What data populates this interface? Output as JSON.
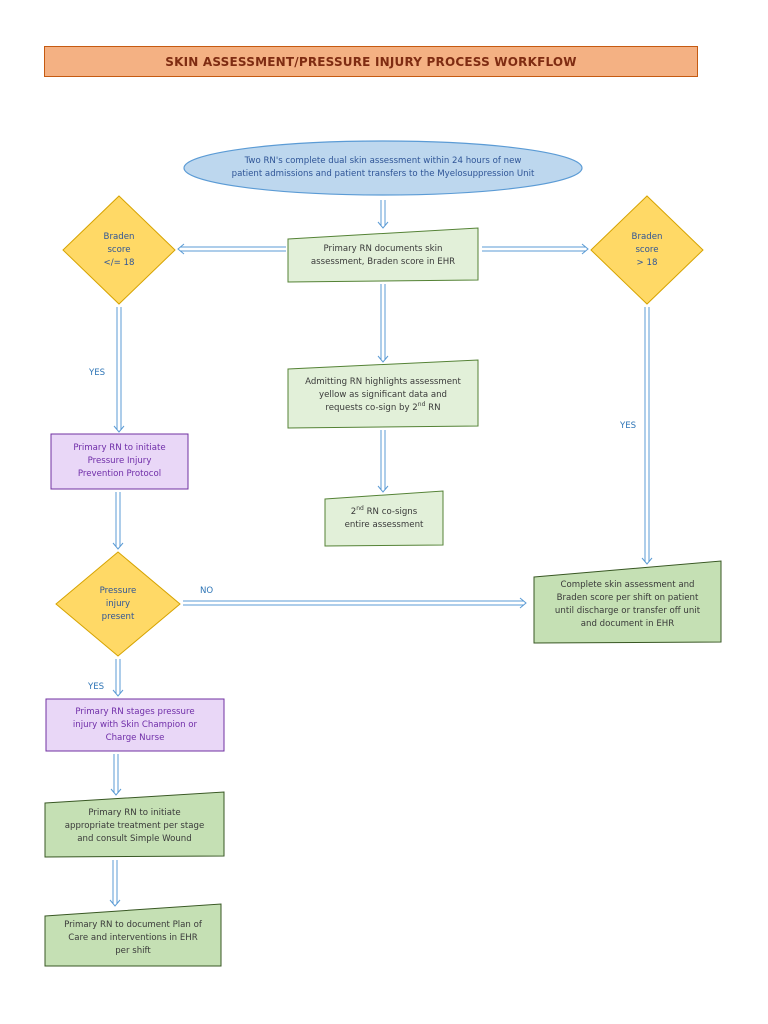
{
  "title": "SKIN ASSESSMENT/PRESSURE INJURY PROCESS WORKFLOW",
  "colors": {
    "title_fill": "#f4b183",
    "start_fill": "#bdd7ee",
    "process_fill": "#e2f0d9",
    "process_dark_fill": "#c5e0b4",
    "protocol_fill": "#e9d7f7",
    "decision_fill": "#ffd966",
    "arrow": "#5b9bd5"
  },
  "nodes": {
    "start": "Two RN's complete dual skin assessment within 24 hours of new\npatient admissions and patient transfers to the Myelosuppression Unit",
    "documents": "Primary RN documents skin\nassessment, Braden score in EHR",
    "braden_low": "Braden\nscore\n</= 18",
    "braden_high": "Braden\nscore\n> 18",
    "highlight_pre": "Admitting RN highlights assessment\nyellow as significant data and\nrequests co-sign by 2",
    "highlight_sup": "nd",
    "highlight_post": " RN",
    "cosign_sup": "nd",
    "cosign_pre": "2",
    "cosign_post": " RN co-signs\nentire assessment",
    "protocol": "Primary RN to initiate\nPressure Injury\nPrevention Protocol",
    "pressure_present": "Pressure\ninjury\npresent",
    "complete_each_shift": "Complete skin assessment and\nBraden score per shift on patient\nuntil discharge or transfer off unit\nand document in EHR",
    "stages": "Primary RN stages pressure\ninjury with Skin Champion or\nCharge Nurse",
    "treatment": "Primary RN to initiate\nappropriate treatment per stage\nand consult Simple Wound",
    "plan": "Primary RN to document Plan of\nCare and interventions in EHR\nper shift"
  },
  "edge_labels": {
    "yes_low": "YES",
    "yes_high": "YES",
    "no": "NO",
    "yes_present": "YES"
  }
}
